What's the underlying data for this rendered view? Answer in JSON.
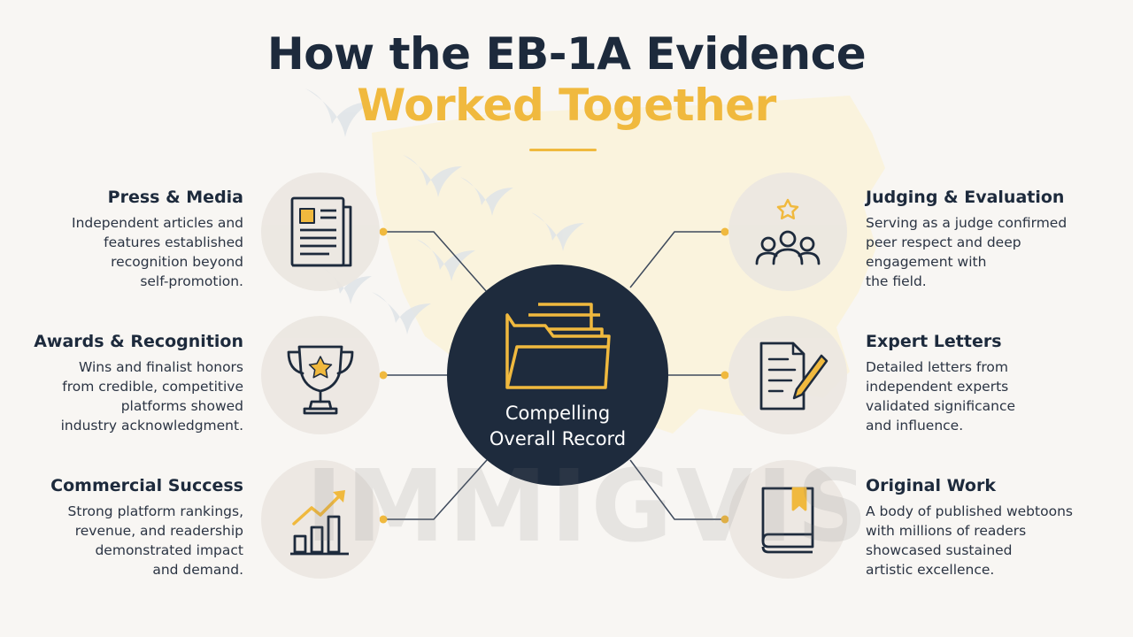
{
  "title": {
    "line1": "How the EB-1A Evidence",
    "line2": "Worked Together"
  },
  "hub": {
    "line1": "Compelling",
    "line2": "Overall Record",
    "icon": "folder-icon"
  },
  "watermark": "IMMIGVIS",
  "left_items": [
    {
      "title": "Press & Media",
      "lines": [
        "Independent articles and",
        "features established",
        "recognition beyond",
        "self-promotion."
      ],
      "icon": "newspaper-icon"
    },
    {
      "title": "Awards & Recognition",
      "lines": [
        "Wins and finalist honors",
        "from credible, competitive",
        "platforms showed",
        "industry acknowledgment."
      ],
      "icon": "trophy-icon"
    },
    {
      "title": "Commercial Success",
      "lines": [
        "Strong platform rankings,",
        "revenue, and readership",
        "demonstrated impact",
        "and demand."
      ],
      "icon": "growth-chart-icon"
    }
  ],
  "right_items": [
    {
      "title": "Judging & Evaluation",
      "lines": [
        "Serving as a judge confirmed",
        "peer respect and deep",
        "engagement with",
        "the field."
      ],
      "icon": "judges-group-icon"
    },
    {
      "title": "Expert Letters",
      "lines": [
        "Detailed letters from",
        "independent experts",
        "validated significance",
        "and influence."
      ],
      "icon": "letter-pen-icon"
    },
    {
      "title": "Original Work",
      "lines": [
        "A body of published webtoons",
        "with millions of readers",
        "showcased sustained",
        "artistic excellence."
      ],
      "icon": "book-icon"
    }
  ],
  "colors": {
    "navy": "#1d2a3c",
    "gold": "#f0b93e",
    "background": "#f8f6f3",
    "icon_circle": "#ebe7e1"
  }
}
